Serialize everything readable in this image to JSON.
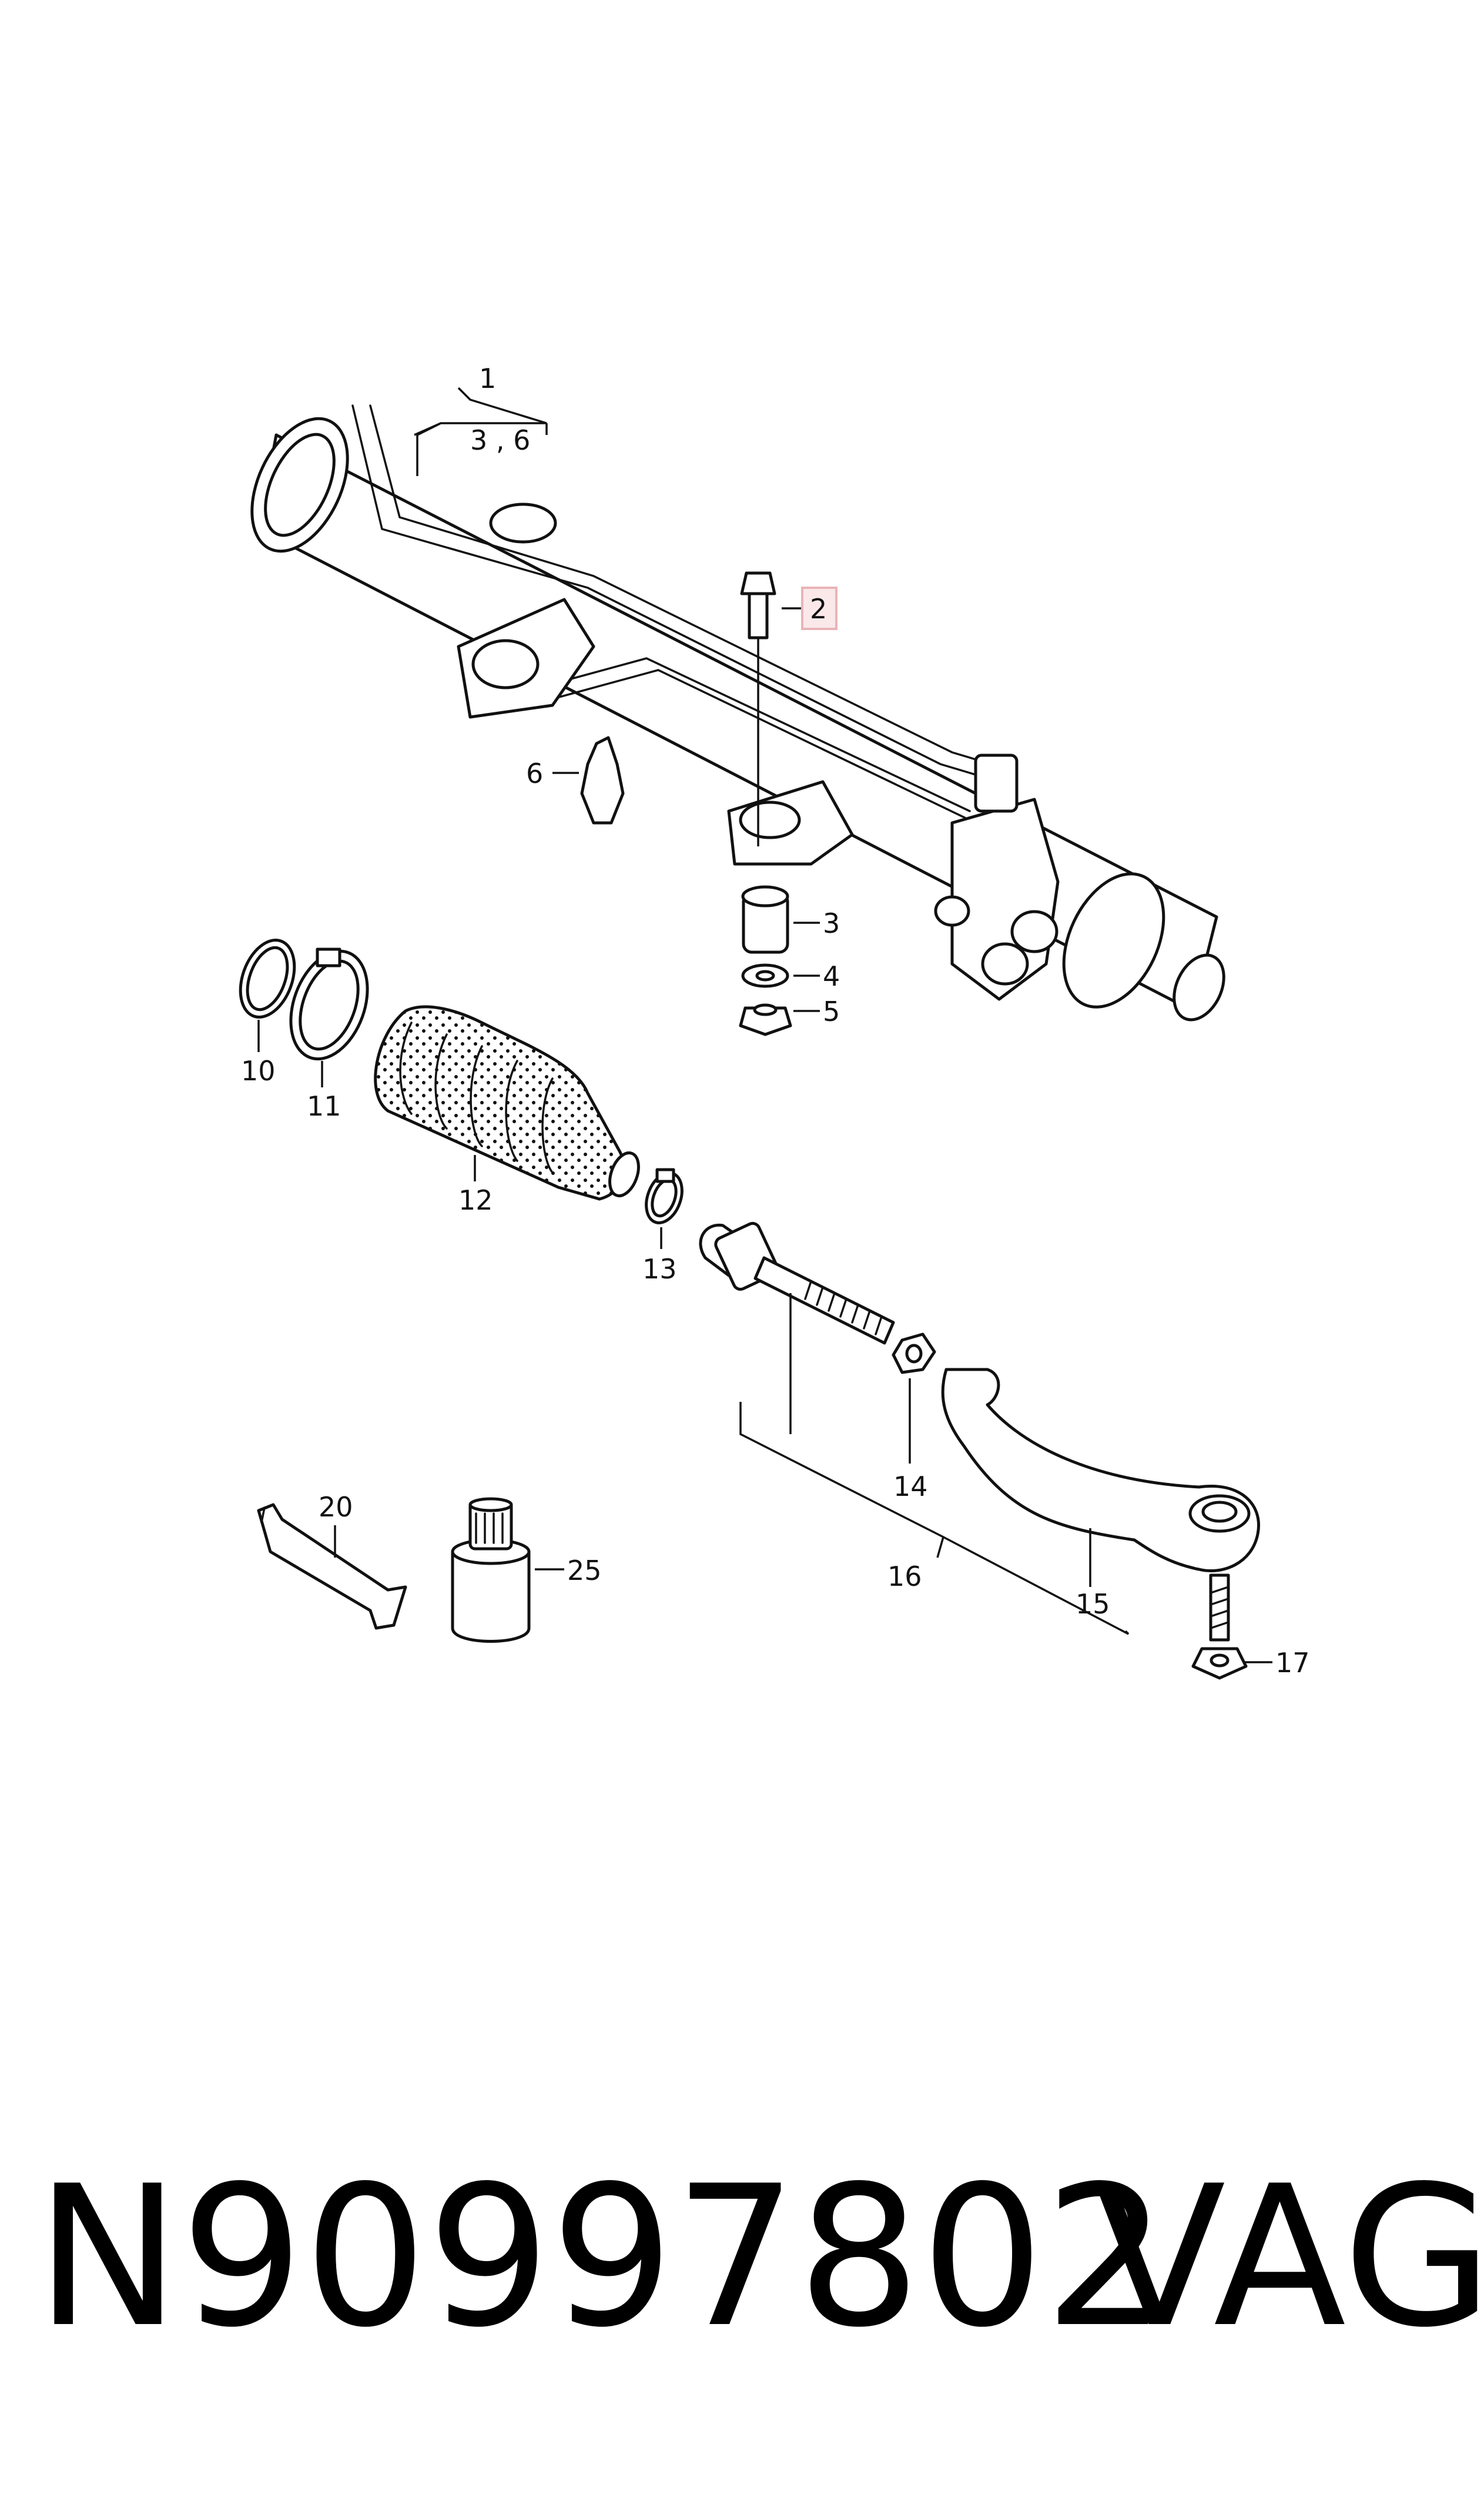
{
  "callouts": {
    "c1": "1",
    "c1_sub": "3 , 6",
    "c2": "2",
    "c3": "3",
    "c4": "4",
    "c5": "5",
    "c6": "6",
    "c10": "10",
    "c11": "11",
    "c12": "12",
    "c13": "13",
    "c14": "14",
    "c15": "15",
    "c16": "16",
    "c17": "17",
    "c20": "20",
    "c25": "25"
  },
  "footer": {
    "part_number": "N90997802",
    "brand": "VAG"
  },
  "colors": {
    "highlight_box": "#e8b4b8",
    "highlight_fill": "#fbe9ea",
    "line": "#111111"
  }
}
